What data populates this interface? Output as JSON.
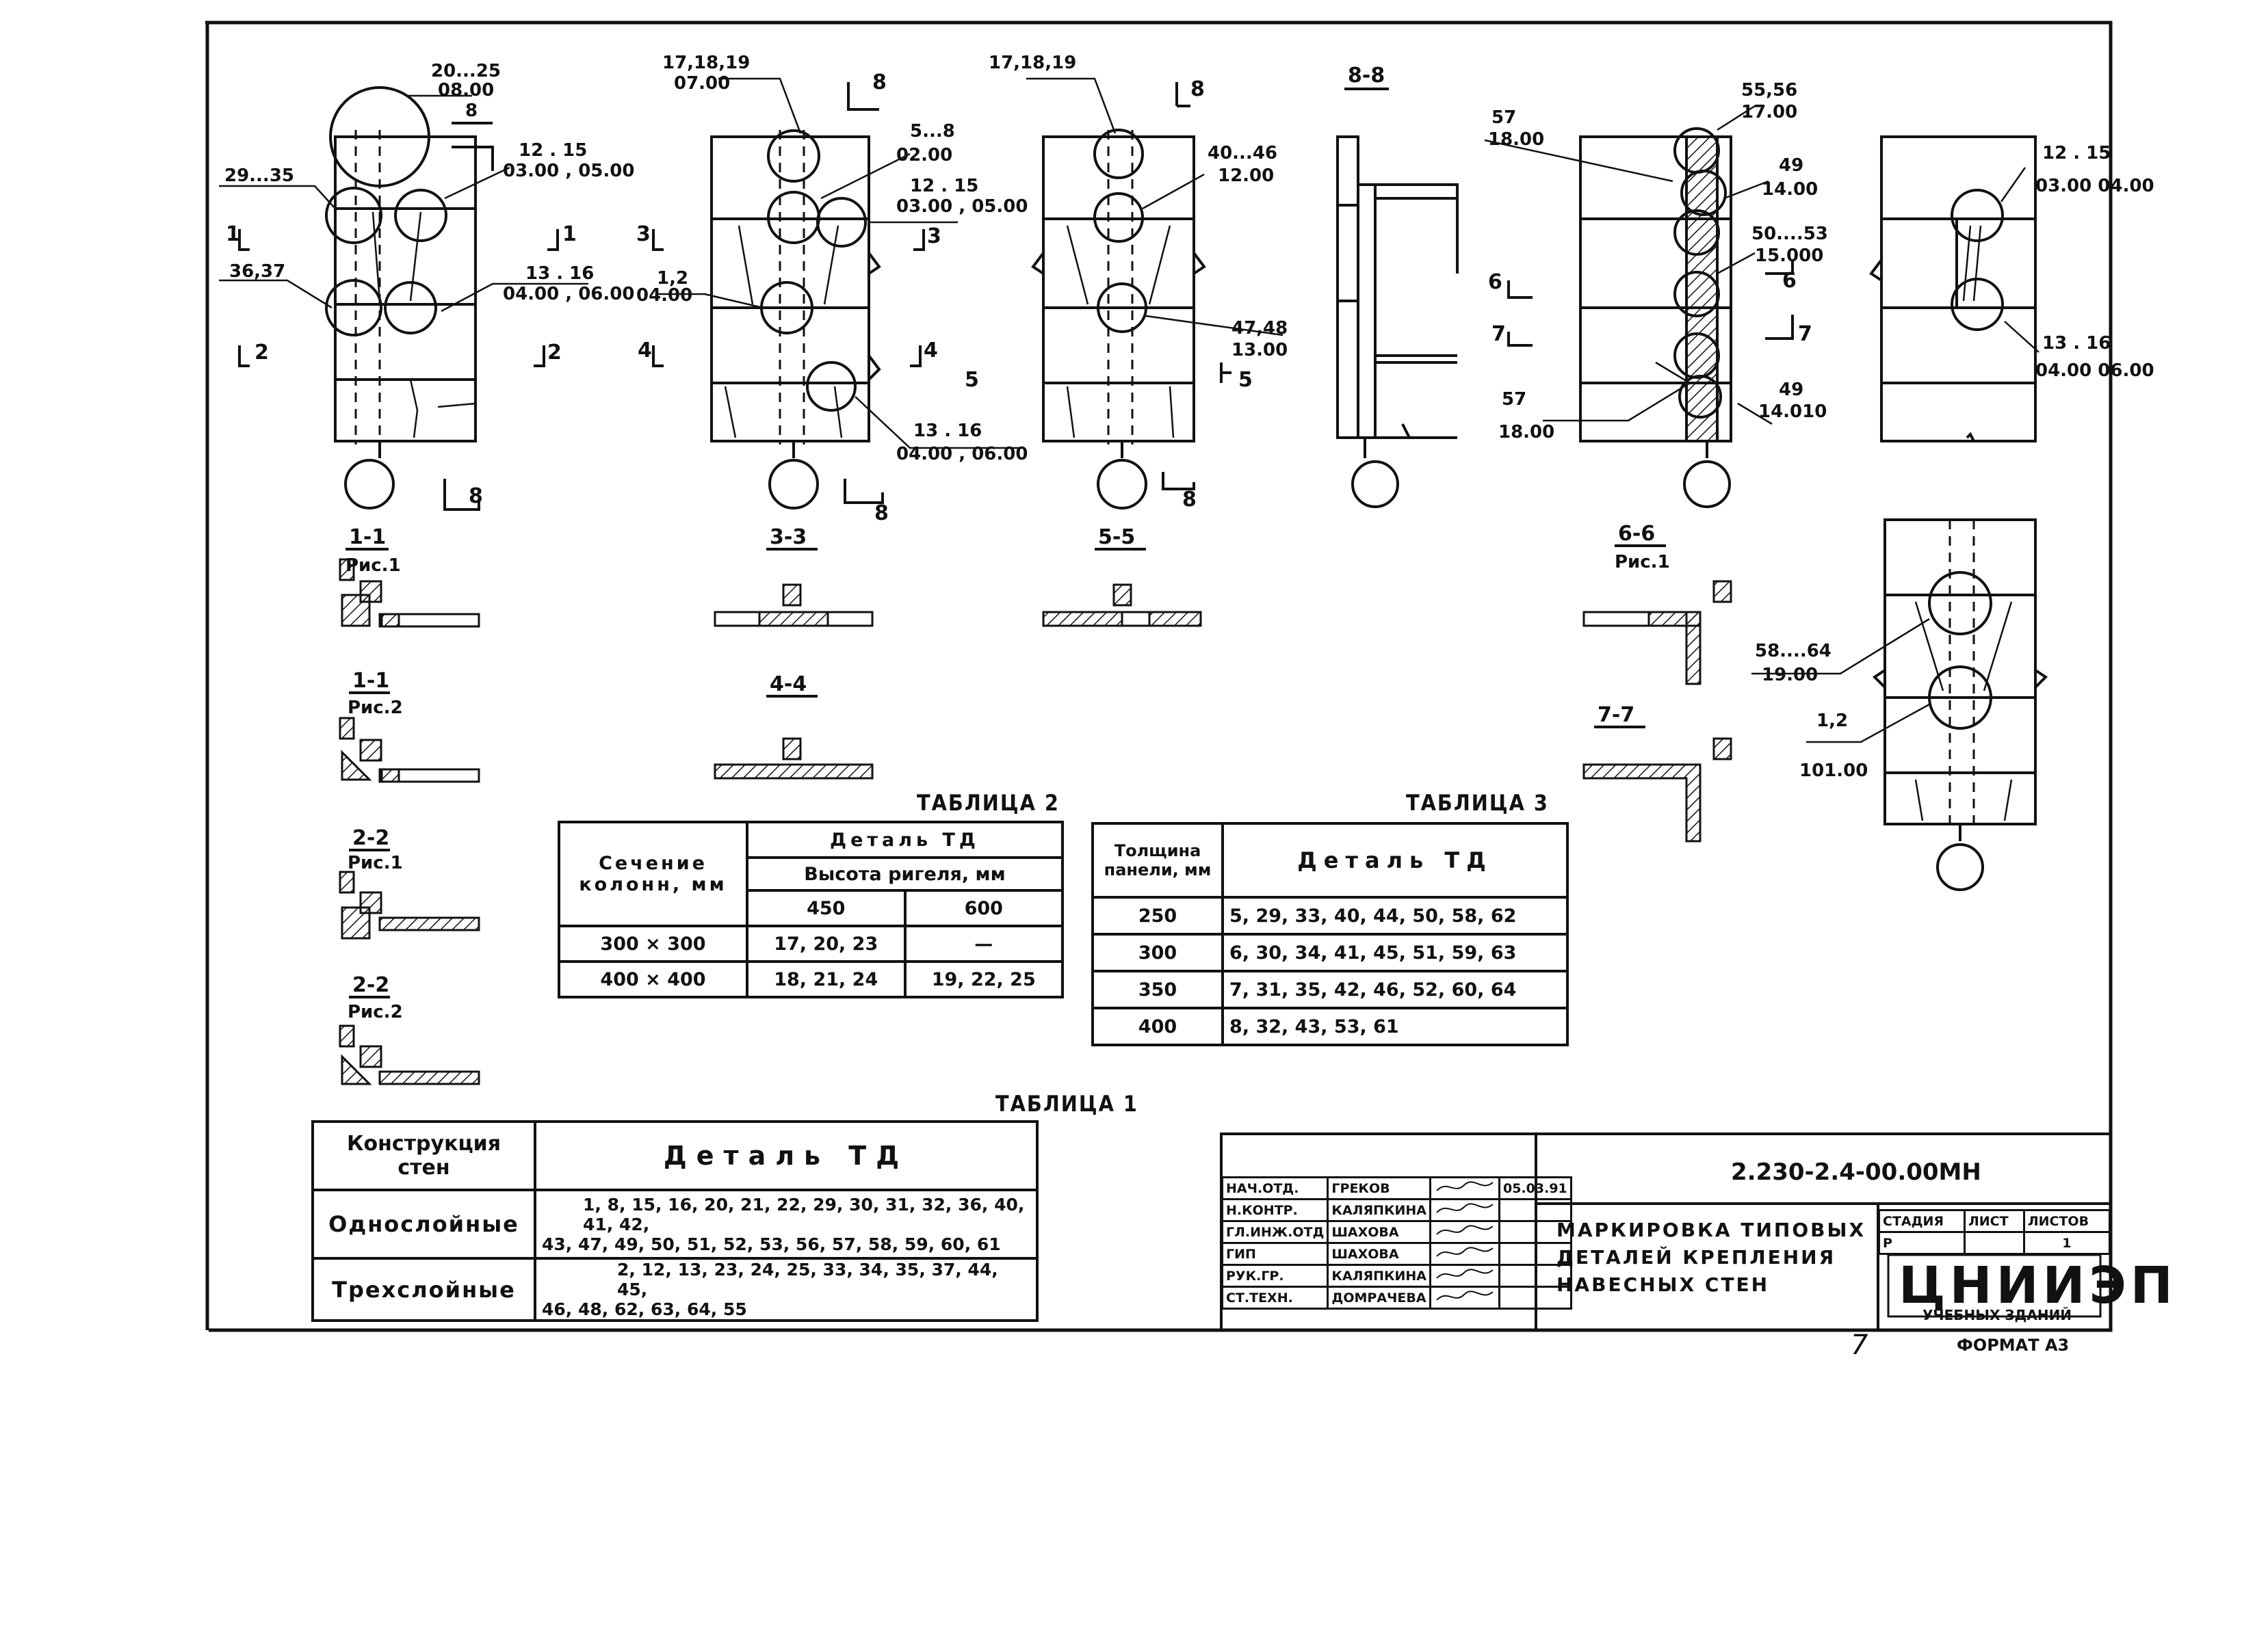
{
  "sheet_number": "7",
  "format": "ФОРМАТ А3",
  "sheet_code": "2.230-2.4-00.00МН",
  "title_lines": [
    "МАРКИРОВКА ТИПОВЫХ",
    "ДЕТАЛЕЙ КРЕПЛЕНИЯ",
    "НАВЕСНЫХ СТЕН"
  ],
  "org_logo": "ЦНИИЭП",
  "org_sub": "УЧЕБНЫХ ЗДАНИЙ",
  "stage": {
    "h_stage": "СТАДИЯ",
    "h_sheet": "ЛИСТ",
    "h_sheets": "ЛИСТОВ",
    "stage": "Р",
    "sheets": "1"
  },
  "signatures": [
    {
      "role": "НАЧ.ОТД.",
      "name": "ГРЕКОВ",
      "date": "05.03.91"
    },
    {
      "role": "Н.КОНТР.",
      "name": "КАЛЯПКИНА",
      "date": ""
    },
    {
      "role": "ГЛ.ИНЖ.ОТД",
      "name": "ШАХОВА",
      "date": ""
    },
    {
      "role": "ГИП",
      "name": "ШАХОВА",
      "date": ""
    },
    {
      "role": "РУК.ГР.",
      "name": "КАЛЯПКИНА",
      "date": ""
    },
    {
      "role": "СТ.ТЕХН.",
      "name": "ДОМРАЧЕВА",
      "date": ""
    }
  ],
  "table1": {
    "caption": "ТАБЛИЦА 1",
    "h_construction": "Конструкция стен",
    "h_detail": "Деталь ТД",
    "rows": [
      {
        "type": "Однослойные",
        "line1": "1, 8, 15, 16, 20, 21, 22, 29, 30, 31, 32, 36, 40, 41, 42,",
        "line2": "43, 47, 49, 50, 51, 52, 53, 56, 57, 58, 59, 60, 61"
      },
      {
        "type": "Трехслойные",
        "line1": "2, 12, 13, 23, 24, 25, 33, 34, 35, 37, 44, 45,",
        "line2": "46, 48, 62, 63, 64, 55"
      }
    ]
  },
  "table2": {
    "caption": "ТАБЛИЦА 2",
    "h_section": "Сечение колонн, мм",
    "h_detail": "Деталь ТД",
    "h_height": "Высота ригеля, мм",
    "h_450": "450",
    "h_600": "600",
    "rows": [
      {
        "section": "300 × 300",
        "v450": "17, 20, 23",
        "v600": "—"
      },
      {
        "section": "400 × 400",
        "v450": "18, 21, 24",
        "v600": "19, 22, 25"
      }
    ]
  },
  "table3": {
    "caption": "ТАБЛИЦА 3",
    "h_thickness": "Толщина панели, мм",
    "h_detail": "Деталь ТД",
    "rows": [
      {
        "t": "250",
        "d": "5, 29, 33, 40, 44, 50, 58, 62"
      },
      {
        "t": "300",
        "d": "6, 30, 34, 41, 45, 51, 59, 63"
      },
      {
        "t": "350",
        "d": "7, 31, 35, 42, 46, 52, 60, 64"
      },
      {
        "t": "400",
        "d": "8, 32,    43,    53, 61"
      }
    ]
  },
  "labels": {
    "a_20_25": "20...25",
    "a_08_00": "08.00",
    "a_29_35": "29...35",
    "a_36_37": "36,37",
    "a_12_15": "12 . 15",
    "a_03_05": "03.00 , 05.00",
    "a_13_16": "13 . 16",
    "a_04_06": "04.00 , 06.00",
    "b_17_19": "17,18,19",
    "b_07_00": "07.00",
    "b_5_8": "5...8",
    "b_02_00": "02.00",
    "b_12_15": "12 . 15",
    "b_03_05": "03.00 , 05.00",
    "b_1_2": "1,2",
    "b_04_00": "04.00",
    "b_13_16": "13 . 16",
    "b_04_06": "04.00 , 06.00",
    "c_17_19": "17,18,19",
    "c_40_46": "40...46",
    "c_12_00": "12.00",
    "c_47_48": "47,48",
    "c_13_00": "13.00",
    "d_57": "57",
    "d_18_00": "18.00",
    "d_55_56": "55,56",
    "d_17_00": "17.00",
    "d_49": "49",
    "d_14_00": "14.00",
    "d_50_53": "50....53",
    "d_15_00": "15.000",
    "d_57b": "57",
    "d_18_00b": "18.00",
    "d_49b": "49",
    "d_14_010": "14.010",
    "e_12_15": "12 . 15",
    "e_03_04": "03.00 04.00",
    "e_13_16": "13 . 16",
    "e_04_06": "04.00 06.00",
    "f_58_64": "58....64",
    "f_19_00": "19.00",
    "f_1_2": "1,2",
    "f_101": "101.00",
    "sec_1_1a": "1-1",
    "ris1a": "Рис.1",
    "sec_1_1b": "1-1",
    "ris2a": "Рис.2",
    "sec_2_2a": "2-2",
    "ris1b": "Рис.1",
    "sec_2_2b": "2-2",
    "ris2b": "Рис.2",
    "sec_3_3": "3-3",
    "sec_4_4": "4-4",
    "sec_5_5": "5-5",
    "sec_6_6": "6-6",
    "ris1c": "Рис.1",
    "sec_7_7": "7-7",
    "sec_8_8": "8-8",
    "n1": "1",
    "n2": "2",
    "n3": "3",
    "n4": "4",
    "n5": "5",
    "n6": "6",
    "n7": "7",
    "n8": "8"
  }
}
